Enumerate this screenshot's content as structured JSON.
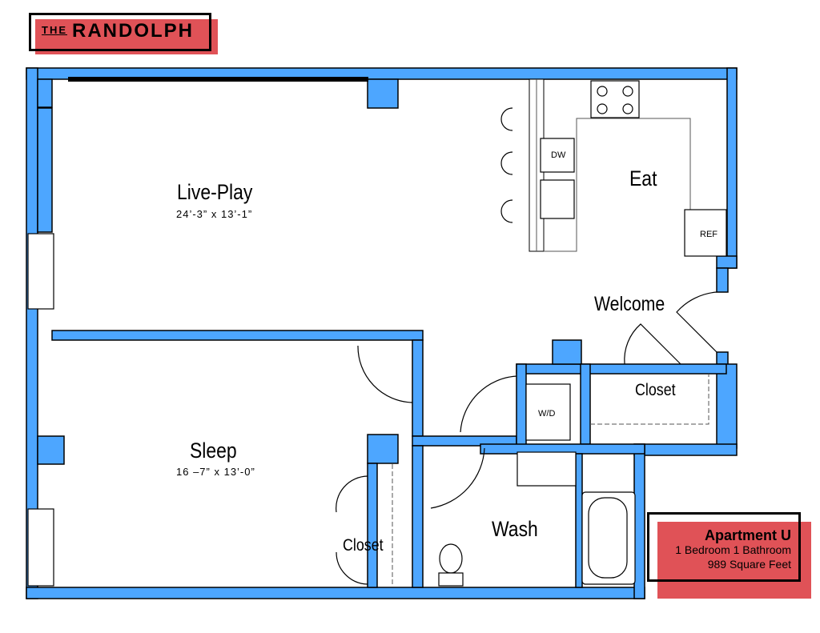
{
  "logo": {
    "prefix": "THE",
    "name": "RANDOLPH"
  },
  "rooms": {
    "live_play": {
      "name": "Live-Play",
      "dims": "24’-3” x 13’-1”"
    },
    "sleep": {
      "name": "Sleep",
      "dims": "16 –7” x 13’-0”"
    },
    "eat": {
      "name": "Eat"
    },
    "welcome": {
      "name": "Welcome"
    },
    "closet_main": {
      "name": "Closet"
    },
    "closet_bed": {
      "name": "Closet"
    },
    "wash": {
      "name": "Wash"
    }
  },
  "fixtures": {
    "dishwasher": "DW",
    "refrigerator": "REF",
    "washer_dryer": "W/D"
  },
  "info": {
    "title": "Apartment U",
    "layout": "1 Bedroom 1 Bathroom",
    "area": "989 Square Feet"
  },
  "colors": {
    "wall": "#4da6ff",
    "accent": "#e05257"
  }
}
